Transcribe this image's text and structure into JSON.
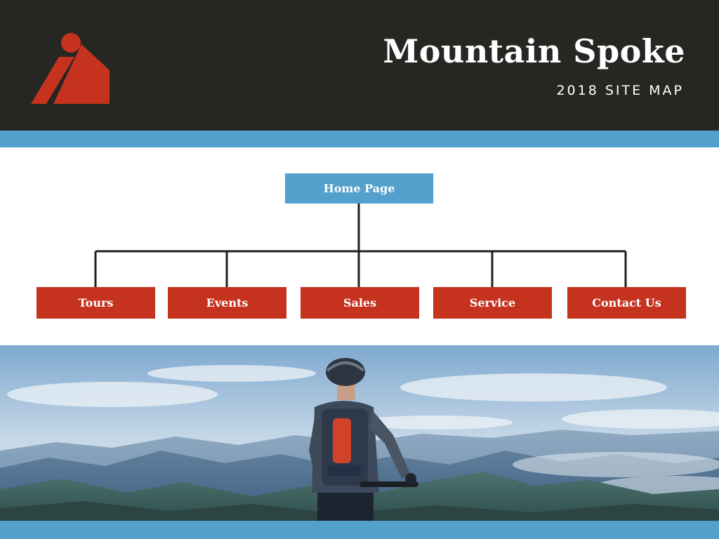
{
  "header": {
    "title": "Mountain Spoke",
    "subtitle": "2018 SITE MAP",
    "logo_icon": "mountain-person-logo-icon"
  },
  "colors": {
    "header_bg": "#262623",
    "accent_blue": "#52a0cb",
    "accent_red": "#c5331f",
    "connector": "#1f1f1f"
  },
  "sitemap": {
    "root": {
      "label": "Home Page"
    },
    "children": [
      {
        "label": "Tours"
      },
      {
        "label": "Events"
      },
      {
        "label": "Sales"
      },
      {
        "label": "Service"
      },
      {
        "label": "Contact Us"
      }
    ]
  },
  "photo": {
    "description_icon": "cyclist-mountain-photo"
  }
}
